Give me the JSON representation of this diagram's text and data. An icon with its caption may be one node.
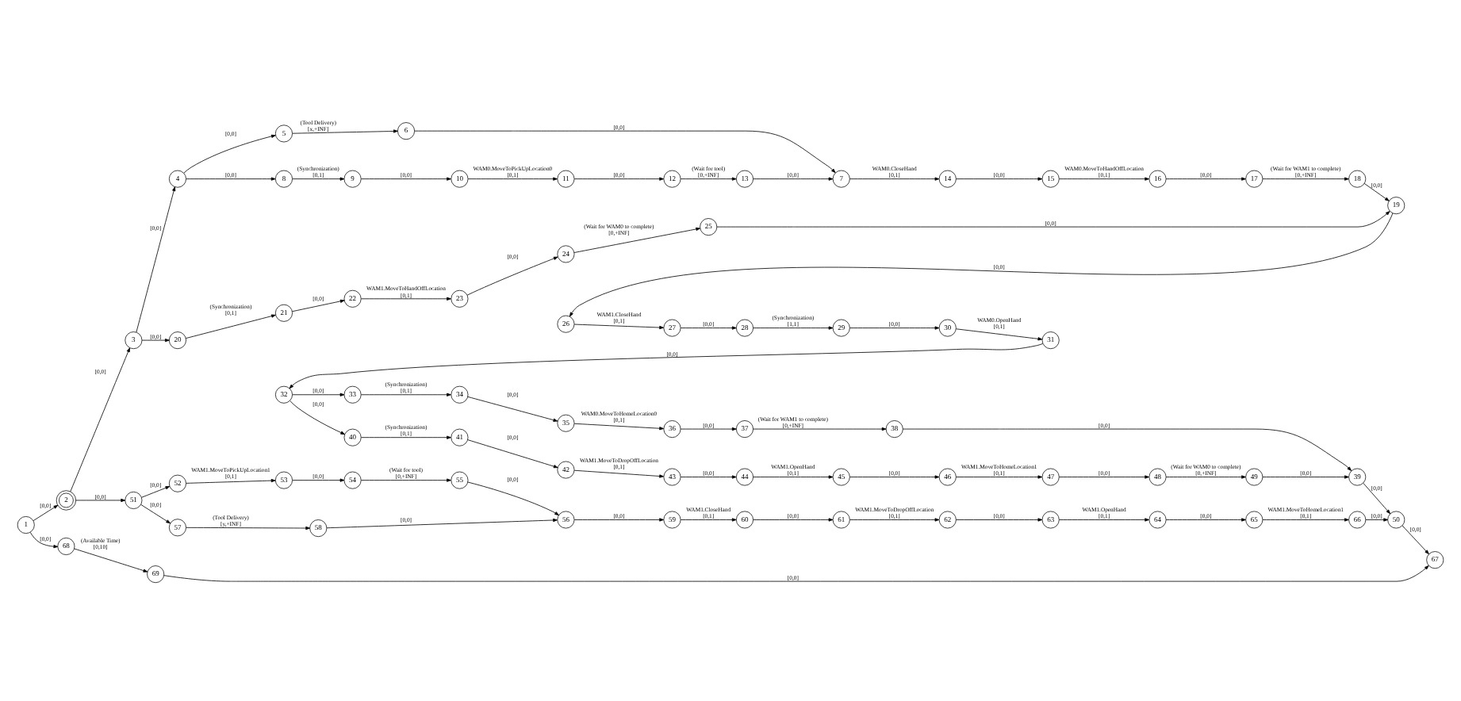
{
  "diagram": {
    "nodes": [
      {
        "text": [
          "1"
        ]
      },
      {
        "text": [
          "2"
        ]
      },
      {
        "text": [
          "3"
        ]
      },
      {
        "text": [
          "4"
        ]
      },
      {
        "text": [
          "5"
        ]
      },
      {
        "text": [
          "6"
        ]
      },
      {
        "text": [
          "7"
        ]
      },
      {
        "text": [
          "8"
        ]
      },
      {
        "text": [
          "9"
        ]
      },
      {
        "text": [
          "10"
        ]
      },
      {
        "text": [
          "11"
        ]
      },
      {
        "text": [
          "12"
        ]
      },
      {
        "text": [
          "13"
        ]
      },
      {
        "text": [
          "14"
        ]
      },
      {
        "text": [
          "15"
        ]
      },
      {
        "text": [
          "16"
        ]
      },
      {
        "text": [
          "17"
        ]
      },
      {
        "text": [
          "18"
        ]
      },
      {
        "text": [
          "19"
        ]
      },
      {
        "text": [
          "20"
        ]
      },
      {
        "text": [
          "21"
        ]
      },
      {
        "text": [
          "22"
        ]
      },
      {
        "text": [
          "23"
        ]
      },
      {
        "text": [
          "24"
        ]
      },
      {
        "text": [
          "25"
        ]
      },
      {
        "text": [
          "26"
        ]
      },
      {
        "text": [
          "27"
        ]
      },
      {
        "text": [
          "28"
        ]
      },
      {
        "text": [
          "29"
        ]
      },
      {
        "text": [
          "30"
        ]
      },
      {
        "text": [
          "31"
        ]
      },
      {
        "text": [
          "32"
        ]
      },
      {
        "text": [
          "33"
        ]
      },
      {
        "text": [
          "34"
        ]
      },
      {
        "text": [
          "35"
        ]
      },
      {
        "text": [
          "36"
        ]
      },
      {
        "text": [
          "37"
        ]
      },
      {
        "text": [
          "38"
        ]
      },
      {
        "text": [
          "39"
        ]
      },
      {
        "text": [
          "40"
        ]
      },
      {
        "text": [
          "41"
        ]
      },
      {
        "text": [
          "42"
        ]
      },
      {
        "text": [
          "43"
        ]
      },
      {
        "text": [
          "44"
        ]
      },
      {
        "text": [
          "45"
        ]
      },
      {
        "text": [
          "46"
        ]
      },
      {
        "text": [
          "47"
        ]
      },
      {
        "text": [
          "48"
        ]
      },
      {
        "text": [
          "49"
        ]
      },
      {
        "text": [
          "50"
        ]
      },
      {
        "text": [
          "51"
        ]
      },
      {
        "text": [
          "52"
        ]
      },
      {
        "text": [
          "53"
        ]
      },
      {
        "text": [
          "54"
        ]
      },
      {
        "text": [
          "55"
        ]
      },
      {
        "text": [
          "56"
        ]
      },
      {
        "text": [
          "57"
        ]
      },
      {
        "text": [
          "58"
        ]
      },
      {
        "text": [
          "59"
        ]
      },
      {
        "text": [
          "60"
        ]
      },
      {
        "text": [
          "61"
        ]
      },
      {
        "text": [
          "62"
        ]
      },
      {
        "text": [
          "63"
        ]
      },
      {
        "text": [
          "64"
        ]
      },
      {
        "text": [
          "65"
        ]
      },
      {
        "text": [
          "66"
        ]
      },
      {
        "text": [
          "67"
        ]
      },
      {
        "text": [
          "68"
        ]
      },
      {
        "text": [
          "69"
        ]
      }
    ],
    "edges": [
      {
        "from": 0,
        "to": 1,
        "arrow": "to",
        "label": "[0,0]"
      },
      {
        "from": 0,
        "to": 67,
        "arrow": "to",
        "label": "[0,0]"
      },
      {
        "from": 1,
        "to": 2,
        "arrow": "to",
        "label": "[0,0]"
      },
      {
        "from": 1,
        "to": 50,
        "arrow": "to",
        "label": "[0,0]"
      },
      {
        "from": 2,
        "to": 3,
        "arrow": "to",
        "label": "[0,0]"
      },
      {
        "from": 2,
        "to": 19,
        "arrow": "to",
        "label": "[0,0]"
      },
      {
        "from": 3,
        "to": 4,
        "arrow": "to",
        "label": "[0,0]"
      },
      {
        "from": 3,
        "to": 7,
        "arrow": "to",
        "label": "[0,0]"
      },
      {
        "from": 4,
        "to": 5,
        "arrow": "to",
        "label": "(Tool Delivery) [x,+INF]"
      },
      {
        "from": 7,
        "to": 8,
        "arrow": "to",
        "label": "(Synchronization) [0,1]"
      },
      {
        "from": 8,
        "to": 9,
        "arrow": "to",
        "label": "[0,0]"
      },
      {
        "from": 9,
        "to": 10,
        "arrow": "to",
        "label": "WAM0.MoveToPickUpLocation0 [0,1]"
      },
      {
        "from": 10,
        "to": 11,
        "arrow": "to",
        "label": "[0,0]"
      },
      {
        "from": 11,
        "to": 12,
        "arrow": "to",
        "label": "(Wait for tool) [0,+INF]"
      },
      {
        "from": 5,
        "to": 6,
        "arrow": "to",
        "label": "[0,0]"
      },
      {
        "from": 12,
        "to": 6,
        "arrow": "to",
        "label": "[0,0]"
      },
      {
        "from": 6,
        "to": 13,
        "arrow": "to",
        "label": "WAM0.CloseHand [0,1]"
      },
      {
        "from": 13,
        "to": 14,
        "arrow": "to",
        "label": "[0,0]"
      },
      {
        "from": 14,
        "to": 15,
        "arrow": "to",
        "label": "WAM0.MoveToHandOffLocation [0,1]"
      },
      {
        "from": 15,
        "to": 16,
        "arrow": "to",
        "label": "[0,0]"
      },
      {
        "from": 16,
        "to": 17,
        "arrow": "to",
        "label": "(Wait for WAM1 to complete) [0,+INF]"
      },
      {
        "from": 17,
        "to": 18,
        "arrow": "to",
        "label": "[0,0]"
      },
      {
        "from": 19,
        "to": 20,
        "arrow": "to",
        "label": "(Synchronization) [0,1]"
      },
      {
        "from": 20,
        "to": 21,
        "arrow": "to",
        "label": "[0,0]"
      },
      {
        "from": 21,
        "to": 22,
        "arrow": "to",
        "label": "WAM1.MoveToHandOffLocation [0,1]"
      },
      {
        "from": 22,
        "to": 23,
        "arrow": "to",
        "label": "[0,0]"
      },
      {
        "from": 23,
        "to": 24,
        "arrow": "to",
        "label": "(Wait for WAM0 to complete) [0,+INF]"
      },
      {
        "from": 24,
        "to": 18,
        "arrow": "to",
        "label": "[0,0]"
      },
      {
        "from": 18,
        "to": 25,
        "arrow": "to",
        "label": "[0,0]"
      },
      {
        "from": 25,
        "to": 26,
        "arrow": "to",
        "label": "WAM1.CloseHand [0,1]"
      },
      {
        "from": 26,
        "to": 27,
        "arrow": "to",
        "label": "[0,0]"
      },
      {
        "from": 27,
        "to": 28,
        "arrow": "to",
        "label": "(Synchronization) [1,1]"
      },
      {
        "from": 28,
        "to": 29,
        "arrow": "to",
        "label": "[0,0]"
      },
      {
        "from": 29,
        "to": 30,
        "arrow": "to",
        "label": "WAM0.OpenHand [0,1]"
      },
      {
        "from": 30,
        "to": 31,
        "arrow": "to",
        "label": "[0,0]"
      },
      {
        "from": 31,
        "to": 32,
        "arrow": "to",
        "label": "[0,0]"
      },
      {
        "from": 31,
        "to": 39,
        "arrow": "to",
        "label": "[0,0]"
      },
      {
        "from": 32,
        "to": 33,
        "arrow": "to",
        "label": "(Synchronization) [0,1]"
      },
      {
        "from": 33,
        "to": 34,
        "arrow": "to",
        "label": "[0,0]"
      },
      {
        "from": 34,
        "to": 35,
        "arrow": "to",
        "label": "WAM0.MoveToHomeLocation0 [0,1]"
      },
      {
        "from": 35,
        "to": 36,
        "arrow": "to",
        "label": "[0,0]"
      },
      {
        "from": 36,
        "to": 37,
        "arrow": "to",
        "label": "(Wait for WAM1 to complete) [0,+INF]"
      },
      {
        "from": 37,
        "to": 38,
        "arrow": "to",
        "label": "[0,0]"
      },
      {
        "from": 39,
        "to": 40,
        "arrow": "to",
        "label": "(Synchronization) [0,1]"
      },
      {
        "from": 40,
        "to": 41,
        "arrow": "to",
        "label": "[0,0]"
      },
      {
        "from": 41,
        "to": 42,
        "arrow": "to",
        "label": "WAM1.MoveToDropOffLocation [0,1]"
      },
      {
        "from": 42,
        "to": 43,
        "arrow": "to",
        "label": "[0,0]"
      },
      {
        "from": 43,
        "to": 44,
        "arrow": "to",
        "label": "WAM1.OpenHand [0,1]"
      },
      {
        "from": 44,
        "to": 45,
        "arrow": "to",
        "label": "[0,0]"
      },
      {
        "from": 45,
        "to": 46,
        "arrow": "to",
        "label": "WAM1.MoveToHomeLocation1 [0,1]"
      },
      {
        "from": 46,
        "to": 47,
        "arrow": "to",
        "label": "[0,0]"
      },
      {
        "from": 47,
        "to": 48,
        "arrow": "to",
        "label": "(Wait for WAM0 to complete) [0,+INF]"
      },
      {
        "from": 48,
        "to": 38,
        "arrow": "to",
        "label": "[0,0]"
      },
      {
        "from": 38,
        "to": 49,
        "arrow": "to",
        "label": "[0,0]"
      },
      {
        "from": 50,
        "to": 51,
        "arrow": "to",
        "label": "[0,0]"
      },
      {
        "from": 50,
        "to": 56,
        "arrow": "to",
        "label": "[0,0]"
      },
      {
        "from": 51,
        "to": 52,
        "arrow": "to",
        "label": "WAM1.MoveToPickUpLocation1 [0,1]"
      },
      {
        "from": 52,
        "to": 53,
        "arrow": "to",
        "label": "[0,0]"
      },
      {
        "from": 53,
        "to": 54,
        "arrow": "to",
        "label": "(Wait for tool) [0,+INF]"
      },
      {
        "from": 56,
        "to": 57,
        "arrow": "to",
        "label": "(Tool Delivery) [y,+INF]"
      },
      {
        "from": 54,
        "to": 55,
        "arrow": "to",
        "label": "[0,0]"
      },
      {
        "from": 57,
        "to": 55,
        "arrow": "to",
        "label": "[0,0]"
      },
      {
        "from": 55,
        "to": 58,
        "arrow": "to",
        "label": "[0,0]"
      },
      {
        "from": 58,
        "to": 59,
        "arrow": "to",
        "label": "WAM1.CloseHand [0,1]"
      },
      {
        "from": 59,
        "to": 60,
        "arrow": "to",
        "label": "[0,0]"
      },
      {
        "from": 60,
        "to": 61,
        "arrow": "to",
        "label": "WAM1.MoveToDropOffLocation [0,1]"
      },
      {
        "from": 61,
        "to": 62,
        "arrow": "to",
        "label": "[0,0]"
      },
      {
        "from": 62,
        "to": 63,
        "arrow": "to",
        "label": "WAM1.OpenHand [0,1]"
      },
      {
        "from": 63,
        "to": 64,
        "arrow": "to",
        "label": "[0,0]"
      },
      {
        "from": 64,
        "to": 65,
        "arrow": "to",
        "label": "WAM1.MoveToHomeLocation1 [0,1]"
      },
      {
        "from": 65,
        "to": 49,
        "arrow": "to",
        "label": "[0,0]"
      },
      {
        "from": 49,
        "to": 66,
        "arrow": "to",
        "label": "[0,0]"
      },
      {
        "from": 67,
        "to": 68,
        "arrow": "to",
        "label": "(Available Time) [0,10]"
      },
      {
        "from": 68,
        "to": 66,
        "arrow": "to",
        "label": "[0,0]"
      }
    ]
  }
}
